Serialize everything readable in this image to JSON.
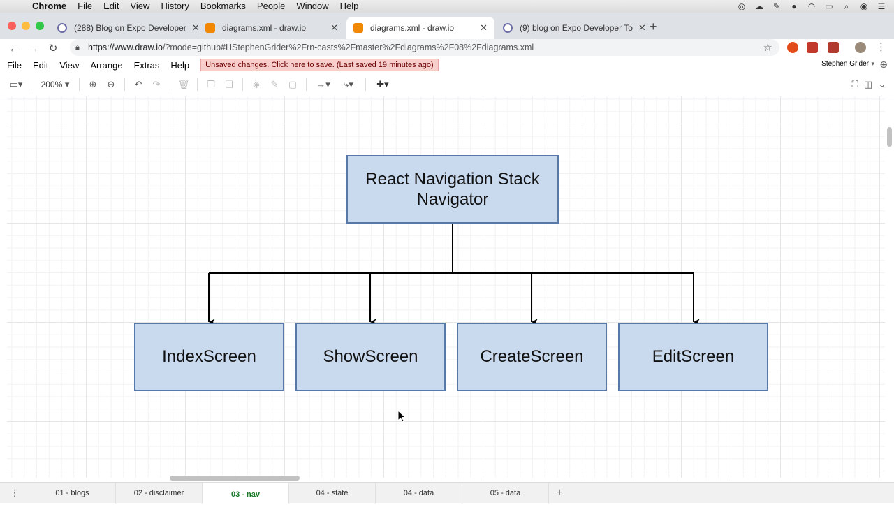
{
  "mac_menubar": {
    "app": "Chrome",
    "items": [
      "File",
      "Edit",
      "View",
      "History",
      "Bookmarks",
      "People",
      "Window",
      "Help"
    ]
  },
  "tabs": [
    {
      "title": "(288) Blog on Expo Developer",
      "icon": "expo-icon",
      "active": false
    },
    {
      "title": "diagrams.xml - draw.io",
      "icon": "drawio-icon",
      "active": false
    },
    {
      "title": "diagrams.xml - draw.io",
      "icon": "drawio-icon",
      "active": true
    },
    {
      "title": "(9) blog on Expo Developer To",
      "icon": "expo-icon",
      "active": false
    }
  ],
  "address_bar": {
    "host": "https://www.draw.io",
    "path": "/?mode=github#HStephenGrider%2Frn-casts%2Fmaster%2Fdiagrams%2F08%2Fdiagrams.xml"
  },
  "app_menu": {
    "items": [
      "File",
      "Edit",
      "View",
      "Arrange",
      "Extras",
      "Help"
    ],
    "unsaved_notice": "Unsaved changes. Click here to save. (Last saved 19 minutes ago)",
    "user_name": "Stephen Grider"
  },
  "app_toolbar": {
    "zoom": "200%"
  },
  "diagram": {
    "root": {
      "label": "React Navigation Stack Navigator"
    },
    "children": [
      {
        "label": "IndexScreen"
      },
      {
        "label": "ShowScreen"
      },
      {
        "label": "CreateScreen"
      },
      {
        "label": "EditScreen"
      }
    ],
    "colors": {
      "fill": "#c9d9ee",
      "stroke": "#5878a8"
    }
  },
  "pages": [
    {
      "label": "01 - blogs",
      "active": false
    },
    {
      "label": "02 - disclaimer",
      "active": false
    },
    {
      "label": "03 - nav",
      "active": true
    },
    {
      "label": "04 - state",
      "active": false
    },
    {
      "label": "04 - data",
      "active": false
    },
    {
      "label": "05 - data",
      "active": false
    }
  ]
}
